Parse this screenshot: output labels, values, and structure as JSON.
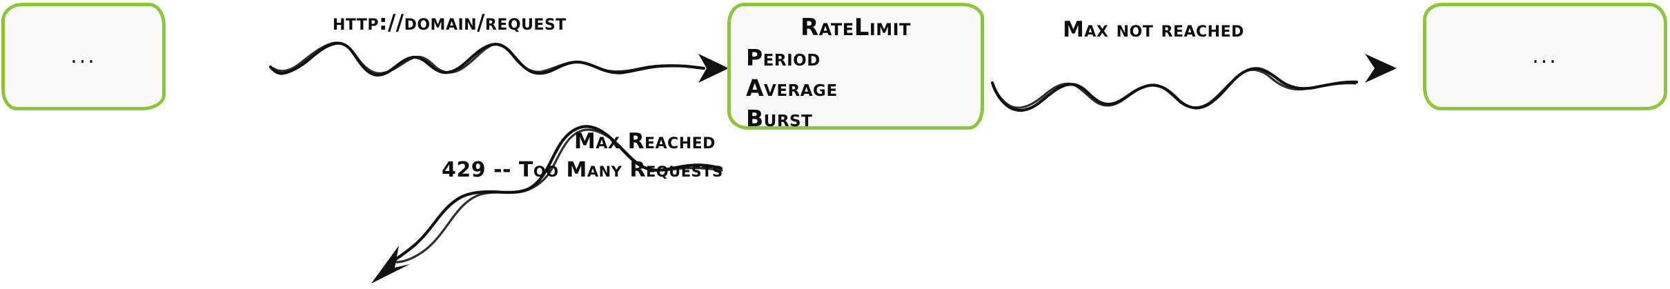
{
  "diagram": {
    "title": "RateLimit middleware flow",
    "style": "hand-drawn sketch",
    "accent_color": "#8cc63f",
    "ink_color": "#111111",
    "box_fill": "#fafafa"
  },
  "nodes": {
    "upstream": {
      "id": "upstream-node",
      "label": "..."
    },
    "ratelimit": {
      "id": "ratelimit-node",
      "title": "RateLimit",
      "fields": [
        {
          "name": "Period"
        },
        {
          "name": "Average"
        },
        {
          "name": "Burst"
        }
      ]
    },
    "downstream": {
      "id": "downstream-node",
      "label": "..."
    }
  },
  "edges": [
    {
      "id": "incoming-request-edge",
      "label": "http://domain/request",
      "from": "upstream",
      "to": "ratelimit",
      "direction": "right"
    },
    {
      "id": "max-not-reached-edge",
      "label": "Max not reached",
      "from": "ratelimit",
      "to": "downstream",
      "direction": "right"
    },
    {
      "id": "max-reached-edge",
      "label": "Max Reached",
      "sublabel": "429 -- Too Many Requests",
      "from": "ratelimit",
      "to": "client",
      "direction": "down-left"
    }
  ]
}
